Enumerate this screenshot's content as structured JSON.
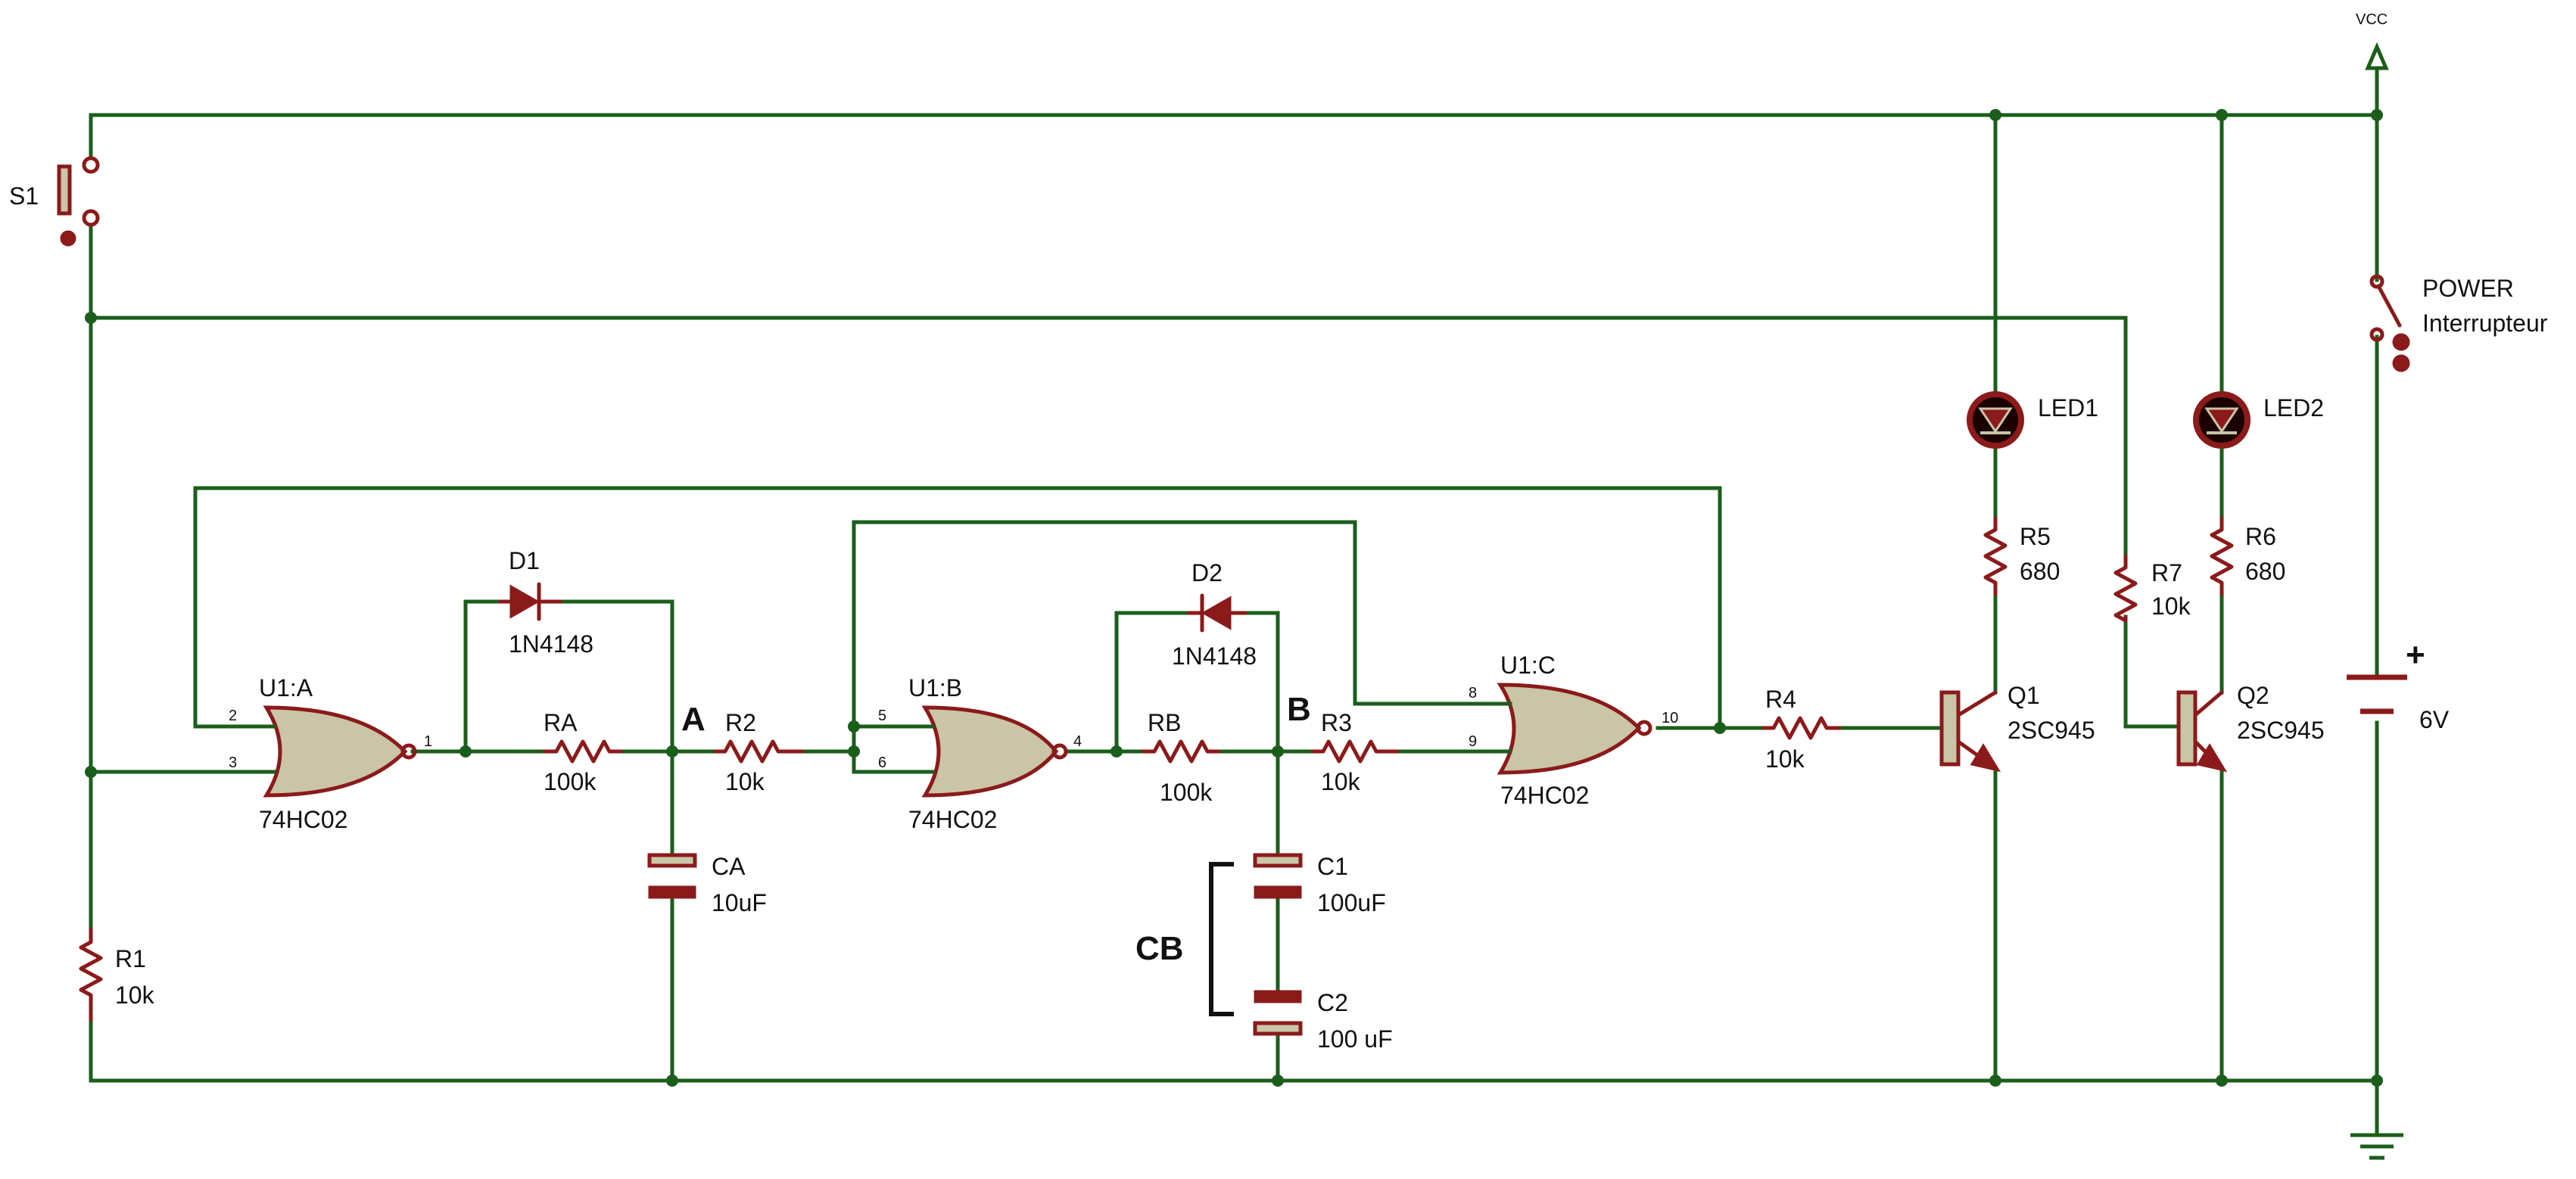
{
  "power": {
    "vcc": "VCC",
    "switch_name": "POWER",
    "switch_desc": "Interrupteur",
    "battery_sign": "+",
    "battery_value": "6V"
  },
  "switch_s1": {
    "name": "S1"
  },
  "gates": [
    {
      "name": "U1:A",
      "type": "74HC02",
      "pins": [
        "2",
        "3",
        "1"
      ]
    },
    {
      "name": "U1:B",
      "type": "74HC02",
      "pins": [
        "5",
        "6",
        "4"
      ]
    },
    {
      "name": "U1:C",
      "type": "74HC02",
      "pins": [
        "8",
        "9",
        "10"
      ]
    }
  ],
  "resistors": {
    "RA": {
      "name": "RA",
      "value": "100k"
    },
    "R2": {
      "name": "R2",
      "value": "10k"
    },
    "RB": {
      "name": "RB",
      "value": "100k"
    },
    "R3": {
      "name": "R3",
      "value": "10k"
    },
    "R4": {
      "name": "R4",
      "value": "10k"
    },
    "R1": {
      "name": "R1",
      "value": "10k"
    },
    "R5": {
      "name": "R5",
      "value": "680"
    },
    "R6": {
      "name": "R6",
      "value": "680"
    },
    "R7": {
      "name": "R7",
      "value": "10k"
    }
  },
  "diodes": {
    "D1": {
      "name": "D1",
      "value": "1N4148"
    },
    "D2": {
      "name": "D2",
      "value": "1N4148"
    }
  },
  "capacitors": {
    "CA": {
      "name": "CA",
      "value": "10uF"
    },
    "C1": {
      "name": "C1",
      "value": "100uF"
    },
    "C2": {
      "name": "C2",
      "value": "100 uF"
    }
  },
  "nodes": {
    "A": "A",
    "B": "B",
    "CB": "CB"
  },
  "leds": {
    "LED1": "LED1",
    "LED2": "LED2"
  },
  "transistors": {
    "Q1": {
      "name": "Q1",
      "value": "2SC945"
    },
    "Q2": {
      "name": "Q2",
      "value": "2SC945"
    }
  }
}
